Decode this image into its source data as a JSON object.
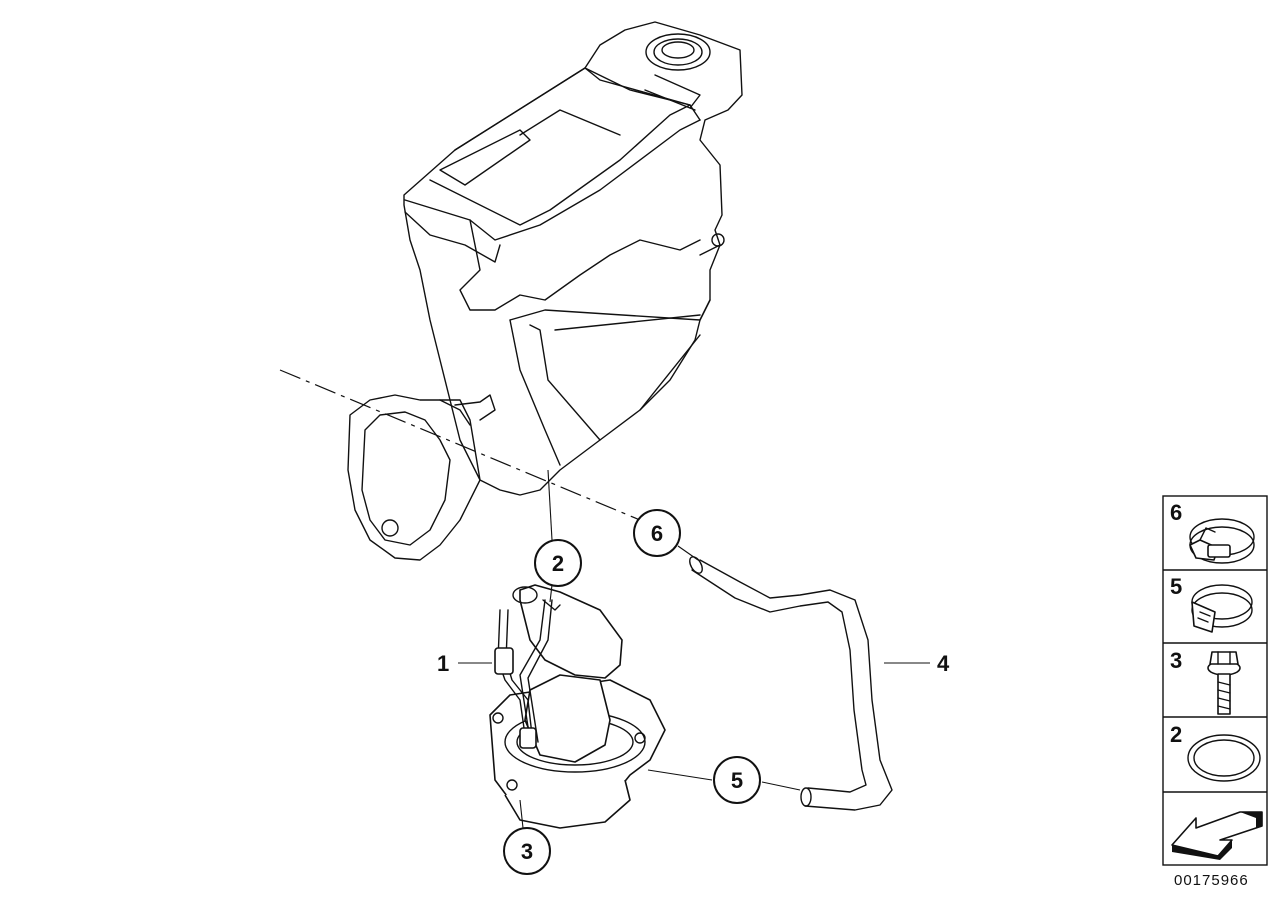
{
  "callouts": {
    "c1": "1",
    "c2": "2",
    "c3": "3",
    "c4": "4",
    "c5": "5",
    "c6": "6"
  },
  "legend": {
    "items": [
      {
        "number": "6",
        "icon": "hose-clamp-icon"
      },
      {
        "number": "5",
        "icon": "hose-clamp-icon"
      },
      {
        "number": "3",
        "icon": "flange-bolt-icon"
      },
      {
        "number": "2",
        "icon": "o-ring-icon"
      },
      {
        "number": "",
        "icon": "arrow-icon"
      }
    ]
  },
  "document_id": "00175966",
  "colors": {
    "ink": "#111111",
    "faint": "#9a9a9a",
    "background": "#ffffff"
  }
}
